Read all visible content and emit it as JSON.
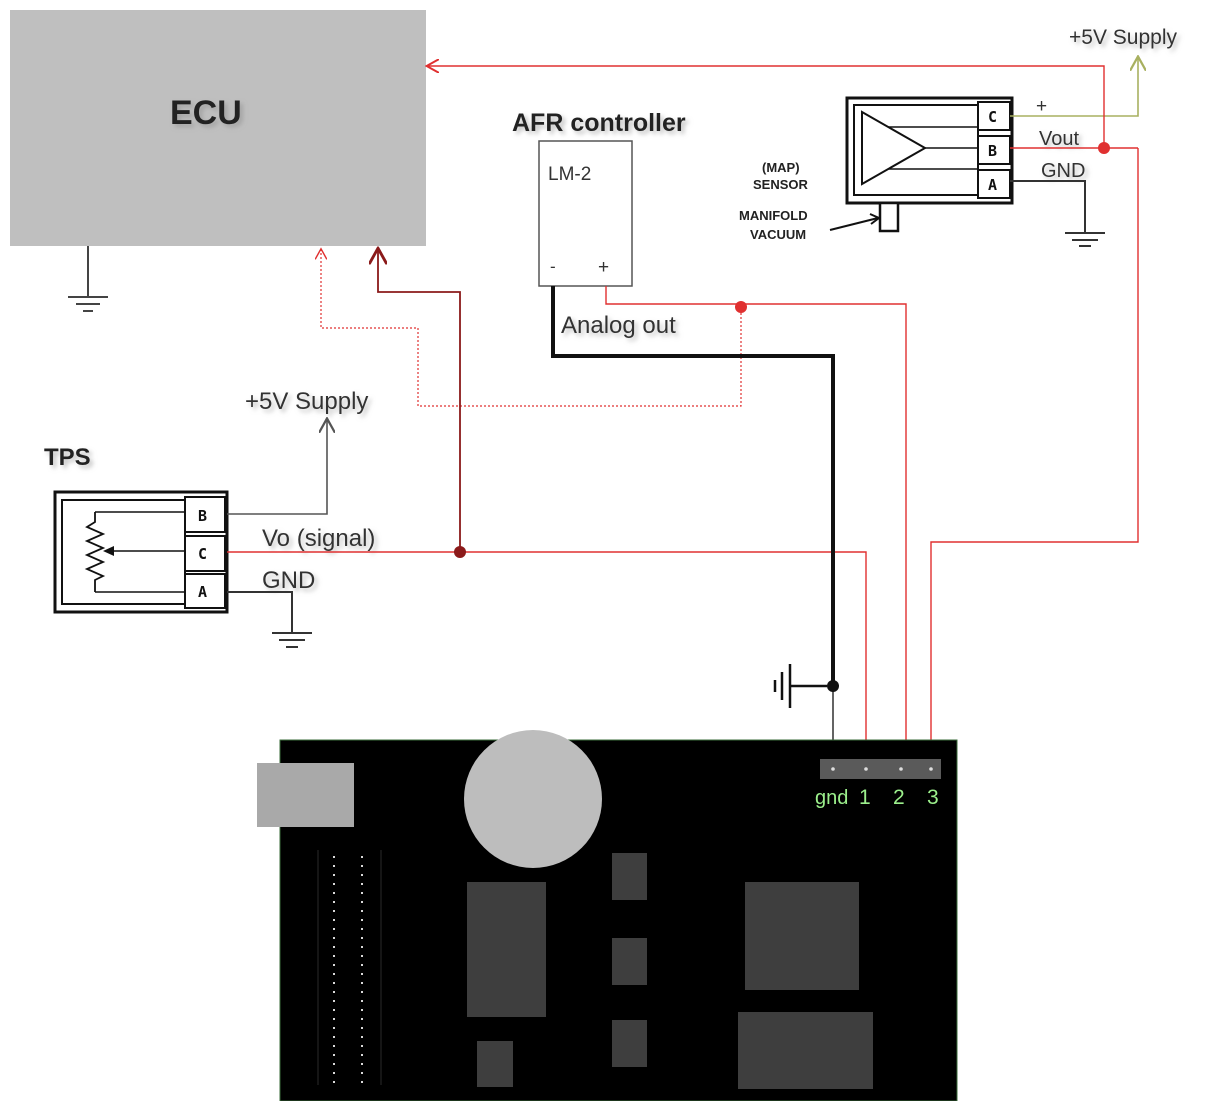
{
  "ecu": {
    "label": "ECU"
  },
  "afr": {
    "title": "AFR controller",
    "model": "LM-2",
    "minus": "-",
    "plus": "+",
    "analog_out": "Analog out"
  },
  "map_sensor": {
    "supply": "+5V Supply",
    "line1": "(MAP)",
    "line2": "SENSOR",
    "vac1": "MANIFOLD",
    "vac2": "VACUUM",
    "pin_c": "C",
    "pin_b": "B",
    "pin_a": "A",
    "plus_label": "+",
    "vout_label": "Vout",
    "gnd_label": "GND"
  },
  "tps": {
    "title": "TPS",
    "supply": "+5V Supply",
    "pin_b": "B",
    "pin_c": "C",
    "pin_a": "A",
    "signal_label": "Vo (signal)",
    "gnd_label": "GND"
  },
  "board": {
    "pin_gnd": "gnd",
    "pin_1": "1",
    "pin_2": "2",
    "pin_3": "3"
  },
  "colors": {
    "wire_red": "#e03030",
    "wire_dark_red": "#8b1a1a",
    "wire_olive": "#a8b060",
    "wire_black": "#111111",
    "ecu_fill": "#bfbfbf",
    "board_fill": "#000000",
    "header_text": "#9cf08c"
  }
}
